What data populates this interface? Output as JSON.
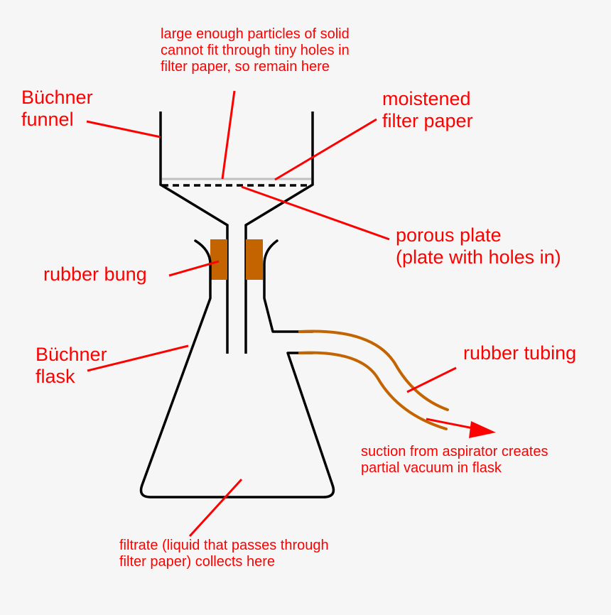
{
  "colors": {
    "background": "#f6f6f6",
    "label": "#ff0000",
    "glass": "#000000",
    "rubber": "#c46400",
    "filter_paper": "#c0c0c0"
  },
  "labels": {
    "note_top": [
      "large enough particles of solid",
      "cannot fit through tiny holes in",
      "filter paper, so remain here"
    ],
    "buchner_funnel": [
      "Büchner",
      "funnel"
    ],
    "moistened_filter_paper": [
      "moistened",
      "filter paper"
    ],
    "porous_plate": [
      "porous plate",
      "(plate with holes in)"
    ],
    "rubber_bung": [
      "rubber bung"
    ],
    "buchner_flask": [
      "Büchner",
      "flask"
    ],
    "rubber_tubing": [
      "rubber tubing"
    ],
    "suction_note": [
      "suction from aspirator creates",
      "partial vacuum in flask"
    ],
    "filtrate_note": [
      "filtrate (liquid that passes through",
      "filter paper) collects here"
    ]
  }
}
